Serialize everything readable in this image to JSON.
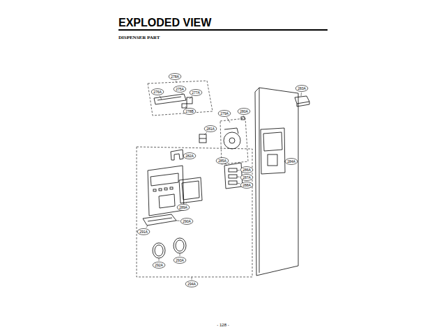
{
  "diagram": {
    "title": "EXPLODED VIEW",
    "labels": [
      "DISPENSER PART",
      "278A",
      "275A",
      "276A",
      "277A",
      "278B",
      "279A",
      "280A",
      "281A",
      "282A",
      "283A",
      "284A",
      "285A",
      "286A",
      "287A",
      "288A",
      "289A",
      "290A",
      "291A",
      "292A",
      "293A",
      "294A",
      "- 128 -"
    ]
  }
}
